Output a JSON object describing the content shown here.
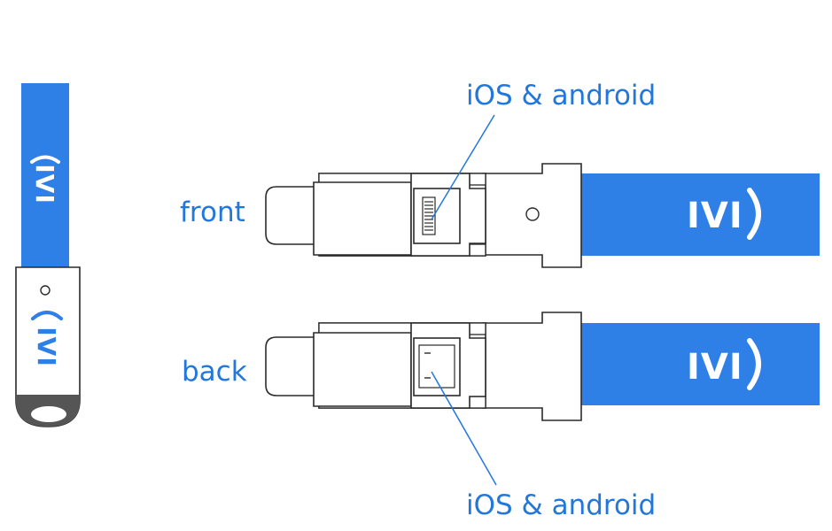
{
  "colors": {
    "strap_blue": "#2e7fe6",
    "label_blue": "#2277dd",
    "outline": "#2a2a2a",
    "connector_fill": "#ffffff",
    "tip_dark": "#555555"
  },
  "labels": {
    "top_callout": "iOS & android",
    "bottom_callout": "iOS & android",
    "front": "front",
    "back": "back"
  },
  "brand": {
    "logo_text": "IVI"
  },
  "icons": [
    "lightning-port-icon",
    "micro-usb-port-icon",
    "signal-arc-icon"
  ]
}
